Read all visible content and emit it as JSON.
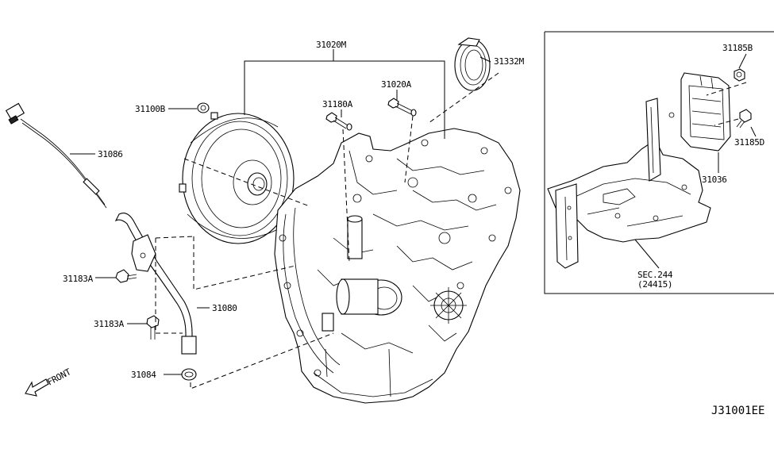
{
  "diagram_id": "J31001EE",
  "direction_label": "FRONT",
  "callouts": {
    "transaxle_assy": "31020M",
    "air_breather": "31332M",
    "converter_bolt": "31100B",
    "bolt_31020a": "31020A",
    "bolt_31180a": "31180A",
    "harness": "31086",
    "bolt_31183a_top": "31183A",
    "bolt_31183a_bottom": "31183A",
    "charging_pipe": "31080",
    "o_ring": "31084",
    "nut_31185b": "31185B",
    "bolt_31185d": "31185D",
    "bracket_31036": "31036",
    "section_ref": "SEC.244",
    "section_sub": "(24415)"
  }
}
